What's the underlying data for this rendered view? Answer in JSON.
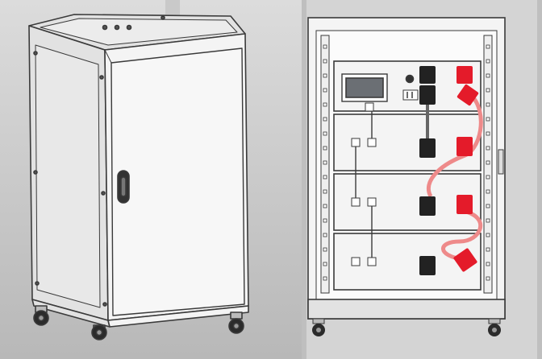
{
  "colors": {
    "backdrop_left_top": "#dcdcdc",
    "backdrop_left_bottom": "#b8b8b8",
    "backdrop_right": "#bfbfbf",
    "cabinet_outline": "#3a3a3a",
    "cabinet_face": "#f4f4f4",
    "cabinet_side": "#e2e2e2",
    "connector_black": "#222222",
    "connector_red": "#e41b2a",
    "cable_pink": "#ee8a8a",
    "display_screen": "#6b6f74"
  },
  "illustration": {
    "left": {
      "subject": "closed-battery-cabinet",
      "view": "isometric",
      "wheels": 4
    },
    "right": {
      "subject": "open-battery-cabinet-front",
      "view": "front",
      "battery_modules": 3,
      "wheels": 2
    }
  },
  "icons": [
    "display-icon",
    "power-switch-icon",
    "handle-icon",
    "caster-wheel-icon"
  ]
}
